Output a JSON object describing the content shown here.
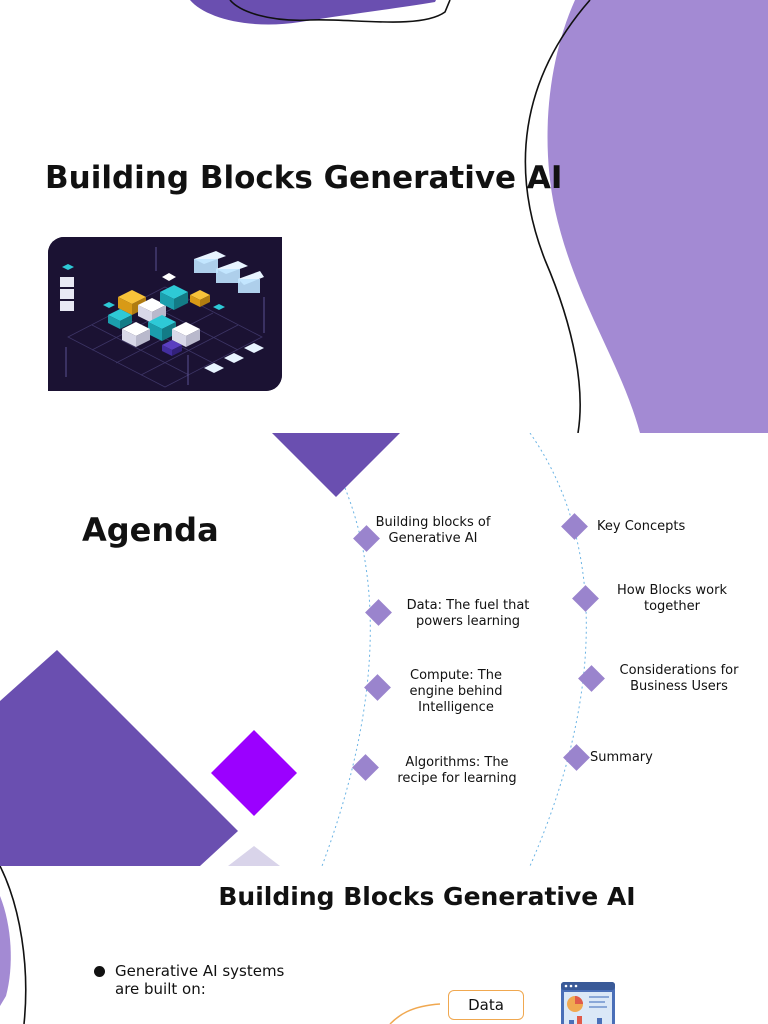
{
  "slide1": {
    "title": "Building Blocks Generative AI",
    "hero_icon": "isometric-cubes-illustration"
  },
  "slide2": {
    "title": "Agenda",
    "items_left": [
      "Building blocks of Generative AI",
      "Data: The fuel that powers learning",
      "Compute: The engine behind Intelligence",
      "Algorithms: The recipe for learning"
    ],
    "items_right": [
      "Key Concepts",
      "How Blocks work together",
      "Considerations for Business Users",
      "Summary"
    ]
  },
  "slide3": {
    "title": "Building Blocks Generative AI",
    "bullet": "Generative AI systems are built on:",
    "data_label": "Data",
    "dashboard_icon": "dashboard-chart-icon"
  },
  "colors": {
    "purple_dark": "#6a4fb0",
    "purple_light": "#a38ad3",
    "violet": "#9b00ff",
    "diamond": "#9a84cd",
    "orange": "#f0a850"
  }
}
